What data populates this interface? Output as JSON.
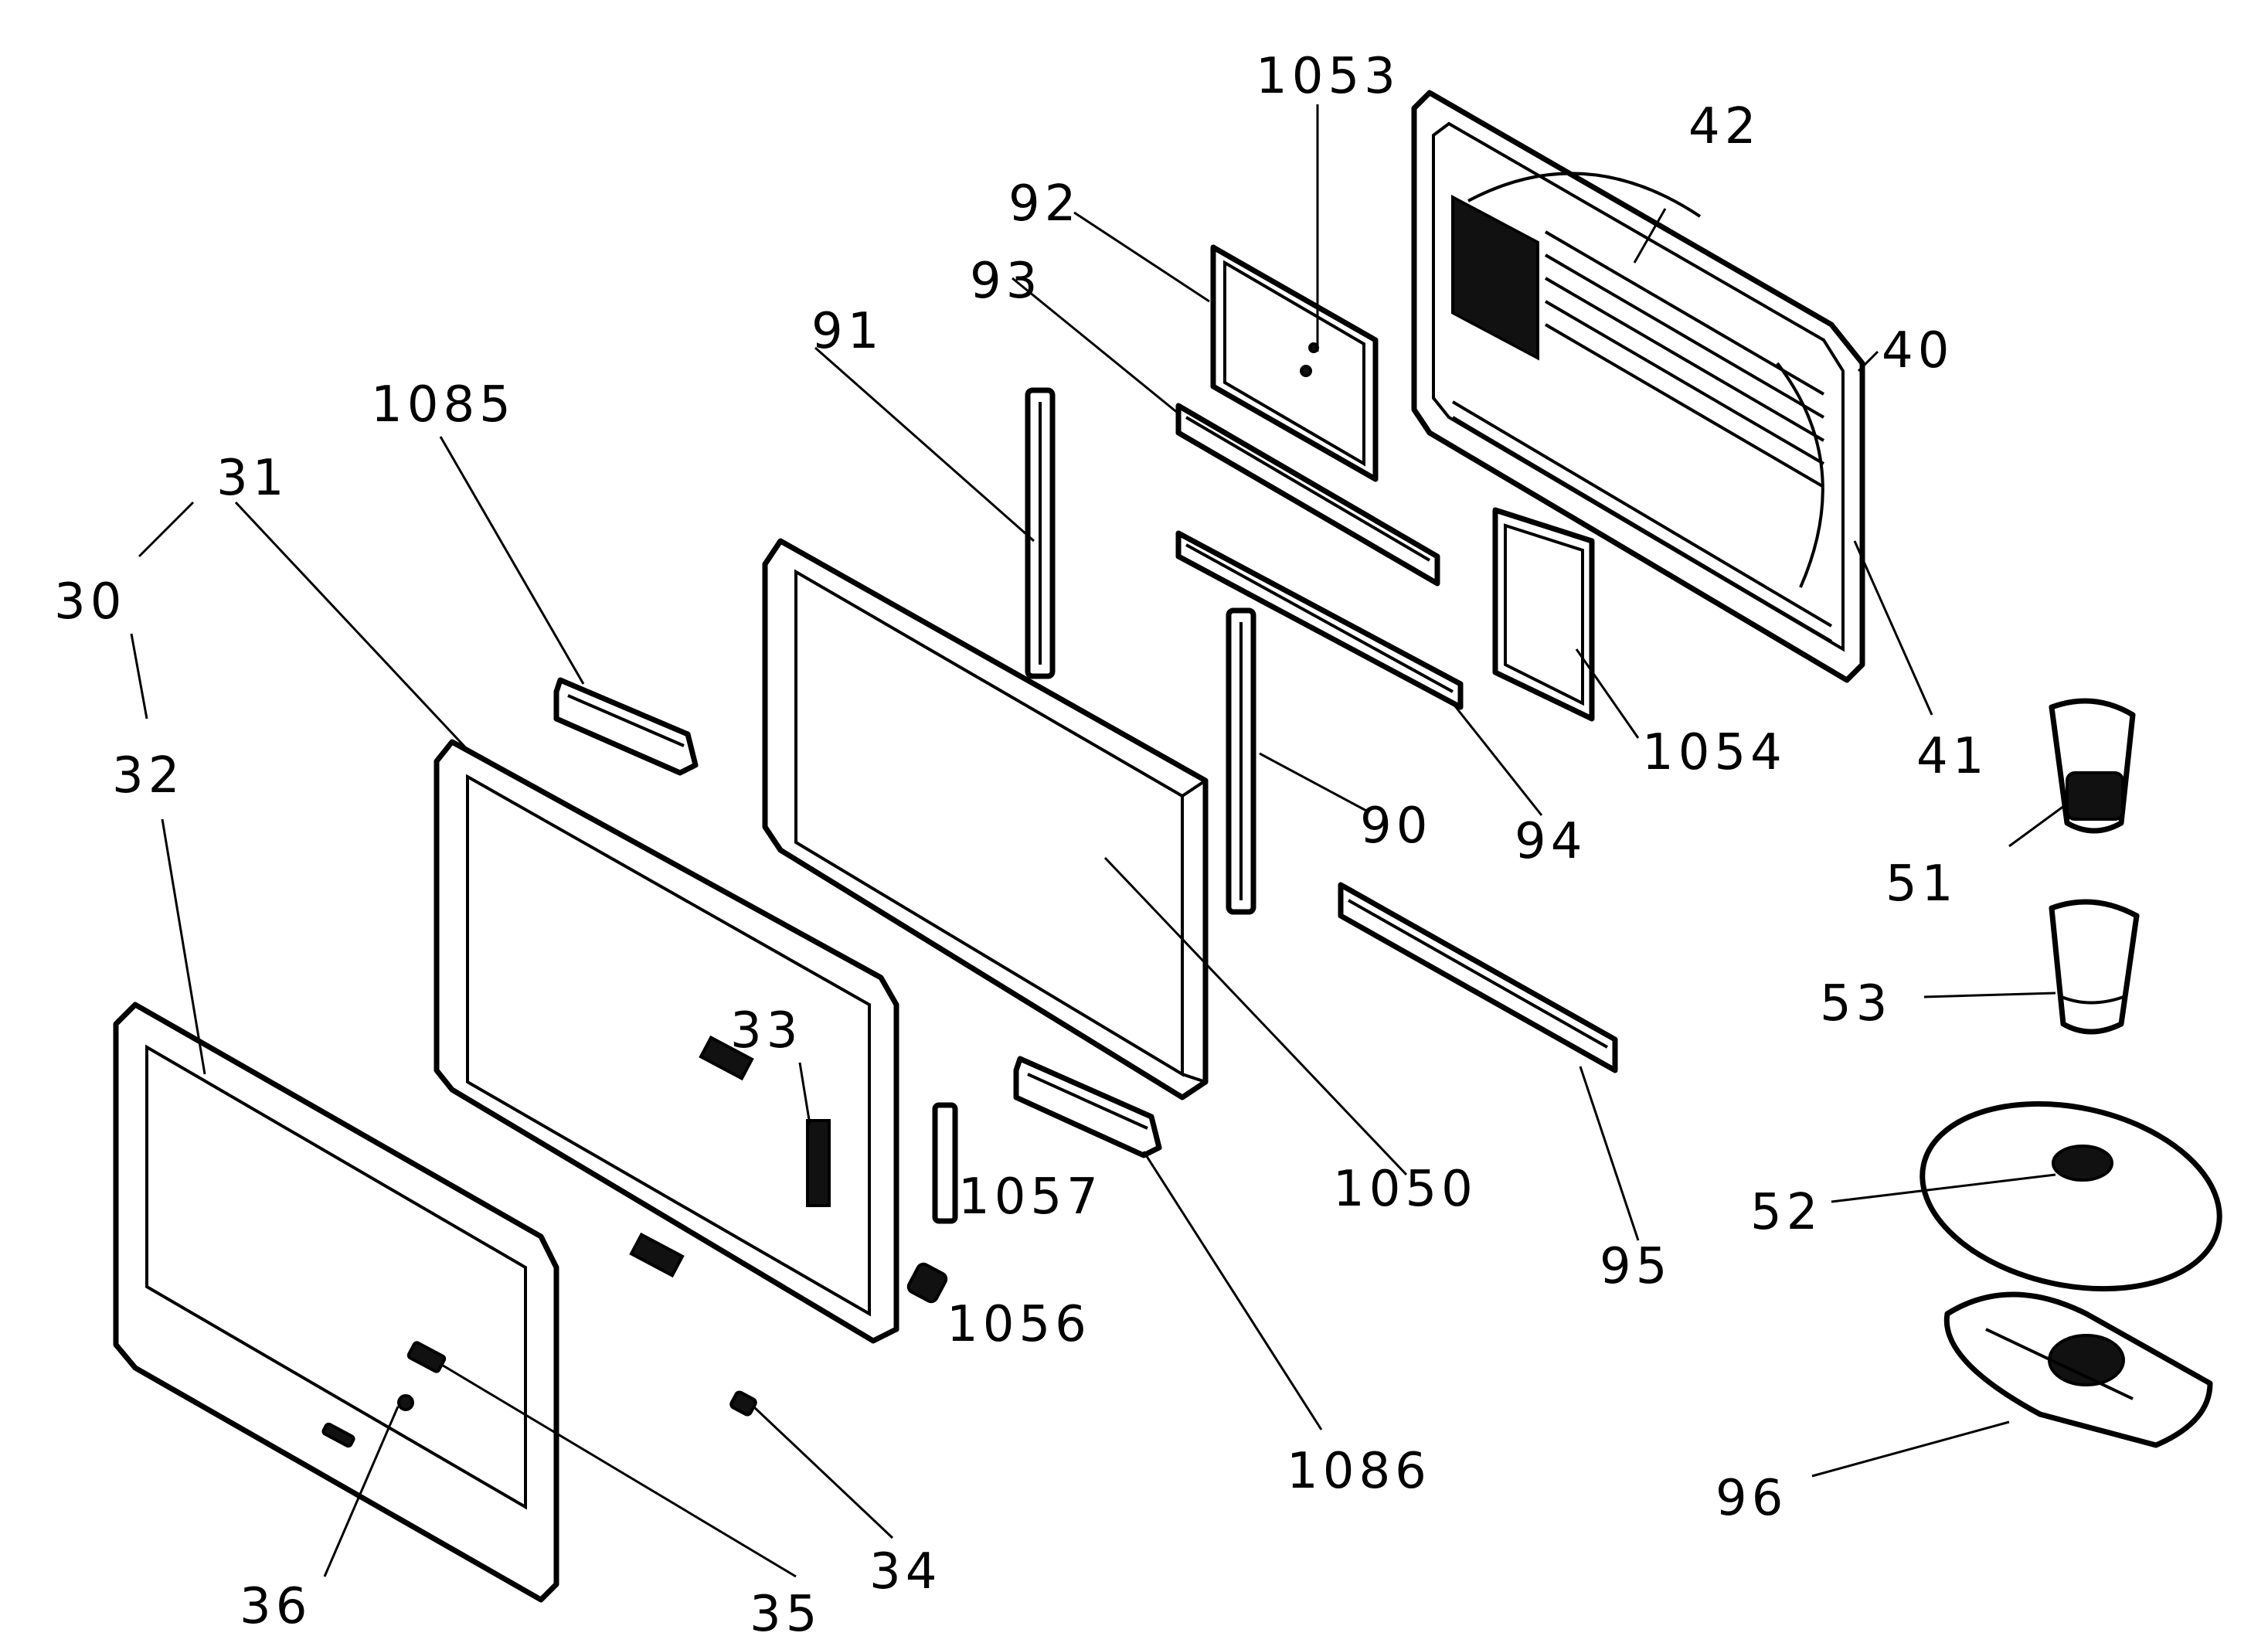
{
  "callouts": {
    "c1053": "1053",
    "c42": "42",
    "c92": "92",
    "c93": "93",
    "c91": "91",
    "c40": "40",
    "c1085": "1085",
    "c31": "31",
    "c30": "30",
    "c32": "32",
    "c1054": "1054",
    "c41": "41",
    "c51": "51",
    "c90": "90",
    "c94": "94",
    "c33": "33",
    "c53": "53",
    "c1057": "1057",
    "c1050": "1050",
    "c95": "95",
    "c52": "52",
    "c1056": "1056",
    "c1086": "1086",
    "c96": "96",
    "c34": "34",
    "c35": "35",
    "c36": "36"
  },
  "colors": {
    "line": "#000000",
    "background": "#ffffff"
  }
}
